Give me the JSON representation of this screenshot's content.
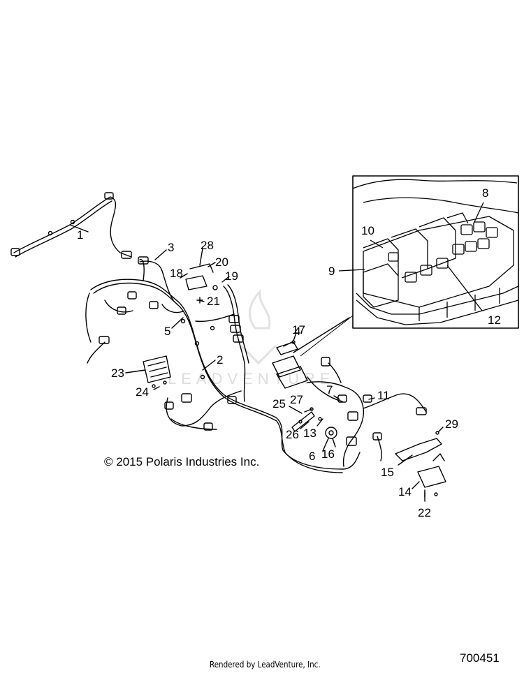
{
  "diagram": {
    "callouts": [
      "1",
      "2",
      "3",
      "4",
      "5",
      "6",
      "7",
      "8",
      "9",
      "10",
      "11",
      "12",
      "13",
      "14",
      "15",
      "16",
      "17",
      "18",
      "19",
      "20",
      "21",
      "22",
      "23",
      "24",
      "25",
      "26",
      "27",
      "28",
      "29"
    ],
    "copyright": "© 2015 Polaris Industries Inc.",
    "rendered_by": "Rendered by LeadVenture, Inc.",
    "diagram_id": "700451",
    "watermark": "LEADVENTURE",
    "colors": {
      "line": "#000000",
      "watermark": "#dcdcdc",
      "background": "#ffffff"
    }
  }
}
